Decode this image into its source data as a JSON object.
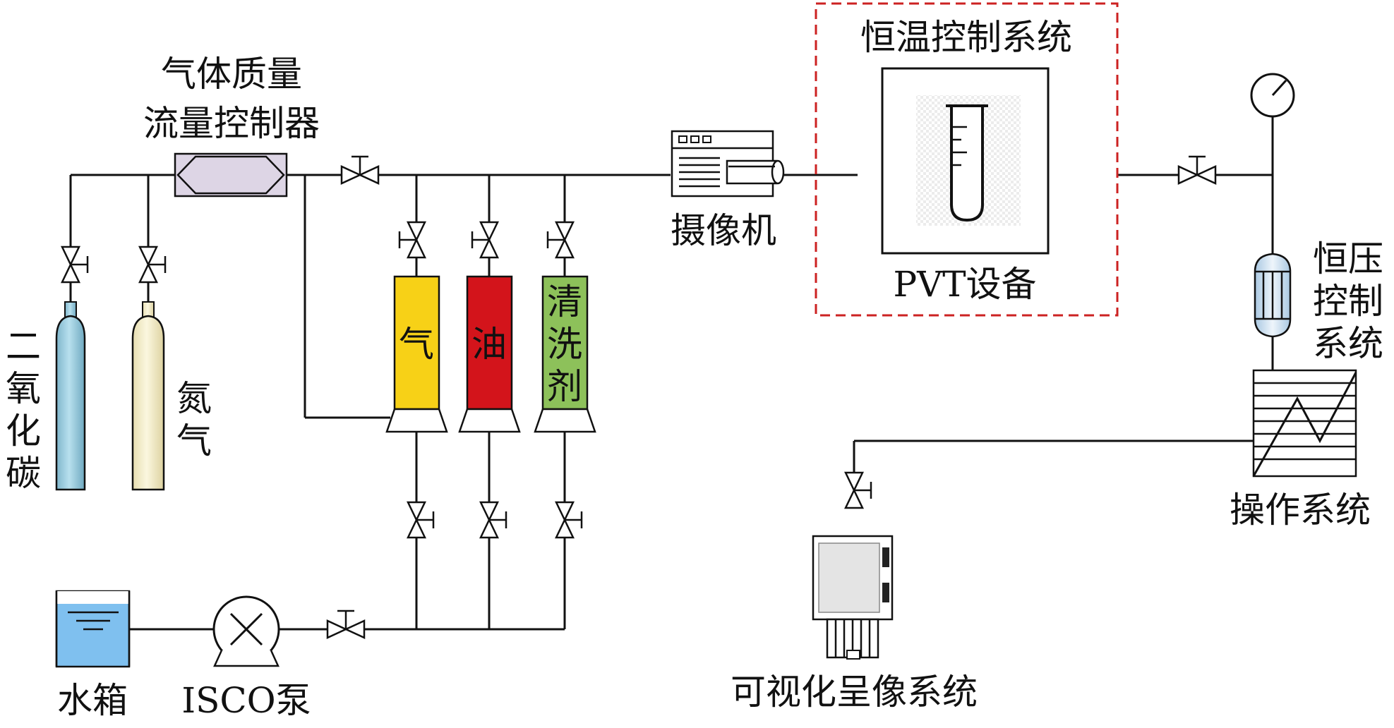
{
  "labels": {
    "mfc_line1": "气体质量",
    "mfc_line2": "流量控制器",
    "co2_chars": [
      "二",
      "氧",
      "化",
      "碳"
    ],
    "n2_chars": [
      "氮",
      "气"
    ],
    "gas_tank": "气",
    "oil_tank": "油",
    "clean_chars": [
      "清",
      "洗",
      "剂"
    ],
    "camera": "摄像机",
    "thermo_title": "恒温控制系统",
    "pvt": "PVT设备",
    "pressure_chars": [
      "恒压",
      "控制",
      "系统"
    ],
    "operation": "操作系统",
    "imaging": "可视化呈像系统",
    "water_tank": "水箱",
    "pump": "ISCO泵"
  },
  "colors": {
    "co2_cylinder": "#9ccfe0",
    "n2_cylinder": "#f5efc8",
    "gas_tank": "#f7d117",
    "oil_tank": "#d3141b",
    "clean_tank": "#8dc15a",
    "thermo_border": "#cc2222",
    "mfc_fill": "#ddd5e5",
    "water_fill": "#7fc0ef",
    "regulator_fill": "#d8e8f5"
  }
}
